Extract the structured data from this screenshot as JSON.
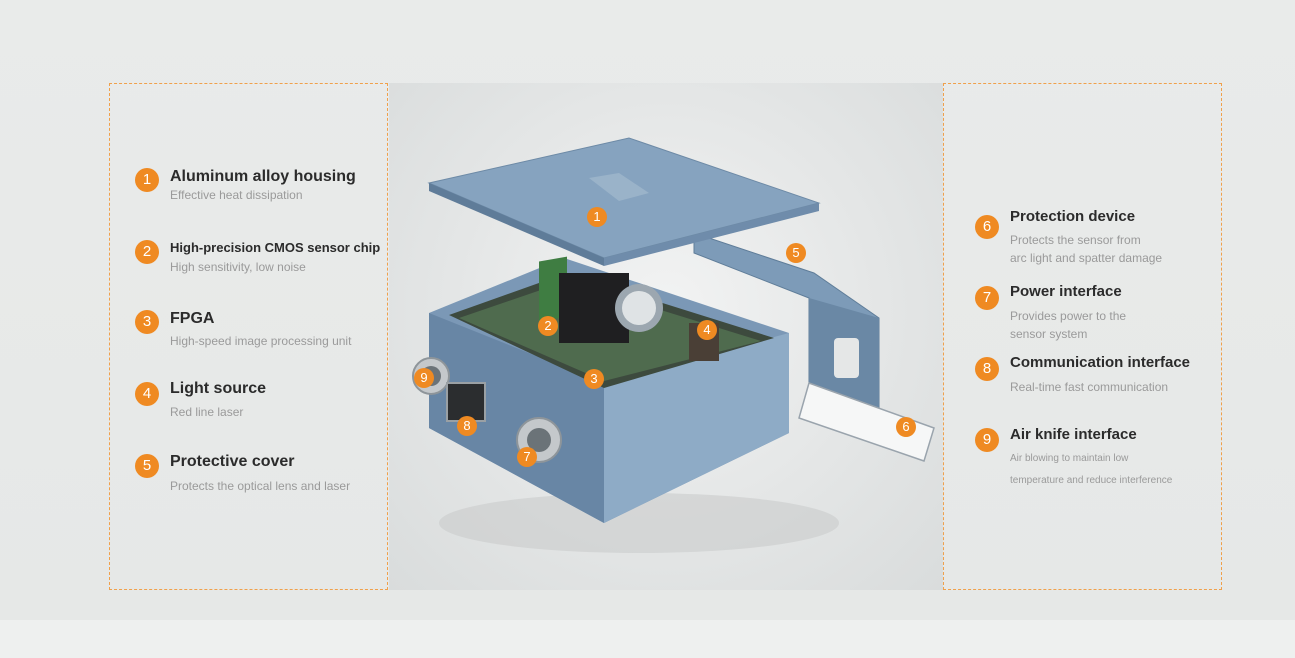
{
  "left_items": [
    {
      "num": "1",
      "title": "Aluminum alloy housing",
      "desc": [
        "Effective heat dissipation"
      ]
    },
    {
      "num": "2",
      "title": "High-precision CMOS sensor chip",
      "desc": [
        "High sensitivity, low noise"
      ]
    },
    {
      "num": "3",
      "title": "FPGA",
      "desc": [
        "High-speed image processing unit"
      ]
    },
    {
      "num": "4",
      "title": "Light source",
      "desc": [
        "Red line laser"
      ]
    },
    {
      "num": "5",
      "title": "Protective cover",
      "desc": [
        "Protects the optical lens and laser"
      ]
    }
  ],
  "right_items": [
    {
      "num": "6",
      "title": "Protection device",
      "desc": [
        "Protects the sensor from",
        "arc light and spatter damage"
      ]
    },
    {
      "num": "7",
      "title": "Power interface",
      "desc": [
        "Provides power to the",
        "sensor system"
      ]
    },
    {
      "num": "8",
      "title": "Communication interface",
      "desc": [
        "Real-time fast communication"
      ]
    },
    {
      "num": "9",
      "title": "Air knife interface",
      "desc": [
        "Air blowing to maintain low",
        "temperature and reduce interference"
      ]
    }
  ],
  "photo_markers": [
    "1",
    "2",
    "3",
    "4",
    "5",
    "6",
    "7",
    "8",
    "9"
  ],
  "colors": {
    "accent": "#ef8a22",
    "housing": "#6f8fb0",
    "border": "#f0a04b"
  }
}
